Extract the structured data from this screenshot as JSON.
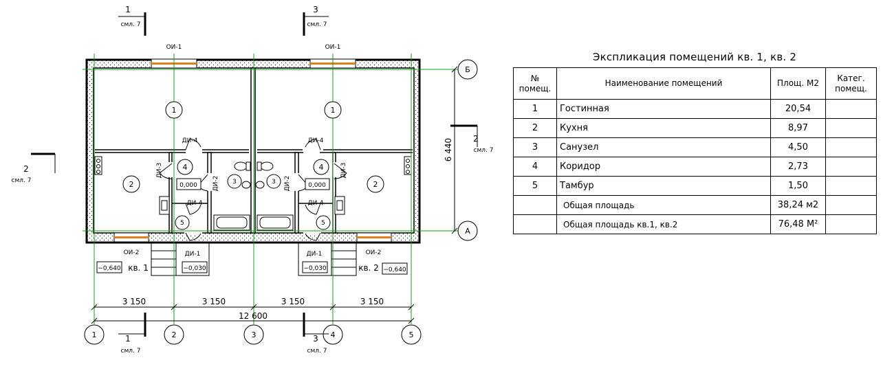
{
  "plan": {
    "axes": {
      "letters": [
        "Б",
        "А"
      ],
      "numbers": [
        "1",
        "2",
        "3",
        "4",
        "5"
      ]
    },
    "dims": {
      "spans": [
        "3 150",
        "3 150",
        "3 150",
        "3 150"
      ],
      "total": "12 600",
      "height": "6 440"
    },
    "sections": {
      "s1": {
        "num": "1",
        "sheet": "смл. 7"
      },
      "s3": {
        "num": "3",
        "sheet": "смл. 7"
      },
      "s2": {
        "num": "2",
        "sheet": "смл. 7"
      }
    },
    "windows": {
      "oi1": "ОИ-1",
      "oi2": "ОИ-2"
    },
    "doors": {
      "di1": "ДИ-1",
      "di2": "ДИ-2",
      "di3": "ДИ-3",
      "di4": "ДИ-4"
    },
    "rooms": [
      "1",
      "2",
      "3",
      "4",
      "5"
    ],
    "levels": {
      "floor": "0,000",
      "porch": "−0,030",
      "ground": "−0,640"
    },
    "units": [
      "кв. 1",
      "кв. 2"
    ]
  },
  "explication": {
    "title": "Экспликация помещений кв. 1, кв. 2",
    "headers": {
      "num": "№\nпомещ.",
      "name": "Наименование помещений",
      "area": "Площ. М2",
      "cat": "Катег.\nпомещ."
    },
    "rows": [
      {
        "num": "1",
        "name": "Гостинная",
        "area": "20,54"
      },
      {
        "num": "2",
        "name": "Кухня",
        "area": "8,97"
      },
      {
        "num": "3",
        "name": "Санузел",
        "area": "4,50"
      },
      {
        "num": "4",
        "name": "Коридор",
        "area": "2,73"
      },
      {
        "num": "5",
        "name": "Тамбур",
        "area": "1,50"
      }
    ],
    "totals": [
      {
        "name": "Общая площадь",
        "area": "38,24 м2"
      },
      {
        "name": "Общая площадь кв.1, кв.2",
        "area": "76,48 М²"
      }
    ]
  }
}
